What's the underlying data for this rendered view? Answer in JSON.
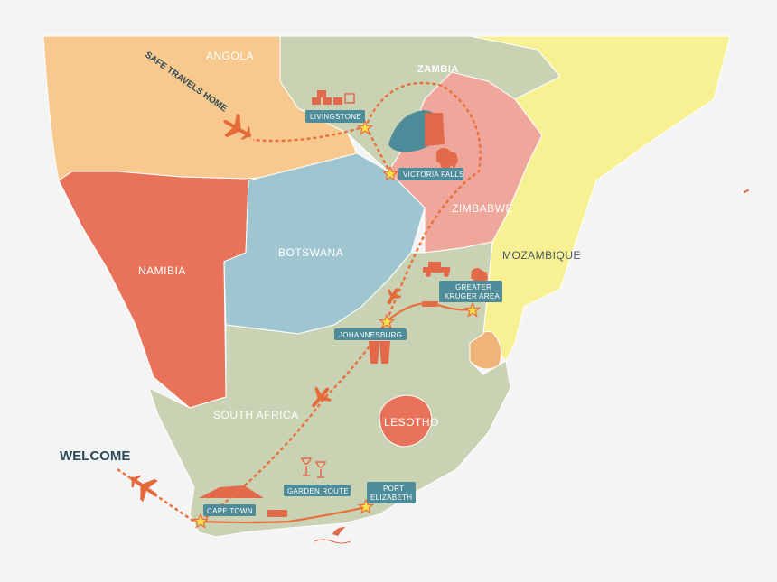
{
  "map": {
    "countries": {
      "angola": "ANGOLA",
      "zambia": "ZAMBIA",
      "namibia": "NAMIBIA",
      "botswana": "BOTSWANA",
      "zimbabwe": "ZIMBABWE",
      "mozambique": "MOZAMBIQUE",
      "south_africa": "SOUTH AFRICA",
      "lesotho": "LESOTHO"
    },
    "places": {
      "livingstone": "LIVINGSTONE",
      "victoria_falls": "VICTORIA FALLS",
      "greater_kruger_1": "GREATER",
      "greater_kruger_2": "KRUGER AREA",
      "johannesburg": "JOHANNESBURG",
      "garden_route": "GARDEN ROUTE",
      "port_elizabeth_1": "PORT",
      "port_elizabeth_2": "ELIZABETH",
      "cape_town": "CAPE TOWN"
    },
    "annotations": {
      "welcome": "WELCOME",
      "safe_travels": "SAFE TRAVELS HOME"
    },
    "colors": {
      "angola": "#f8c98e",
      "zambia": "#c9d3b4",
      "namibia": "#e8735a",
      "botswana": "#9fc5d1",
      "zimbabwe": "#eea79a",
      "mozambique": "#f8f193",
      "south_africa": "#c9d3b4",
      "lesotho": "#e8735a",
      "route": "#e8703c",
      "label_bg": "#4d8c98"
    }
  }
}
